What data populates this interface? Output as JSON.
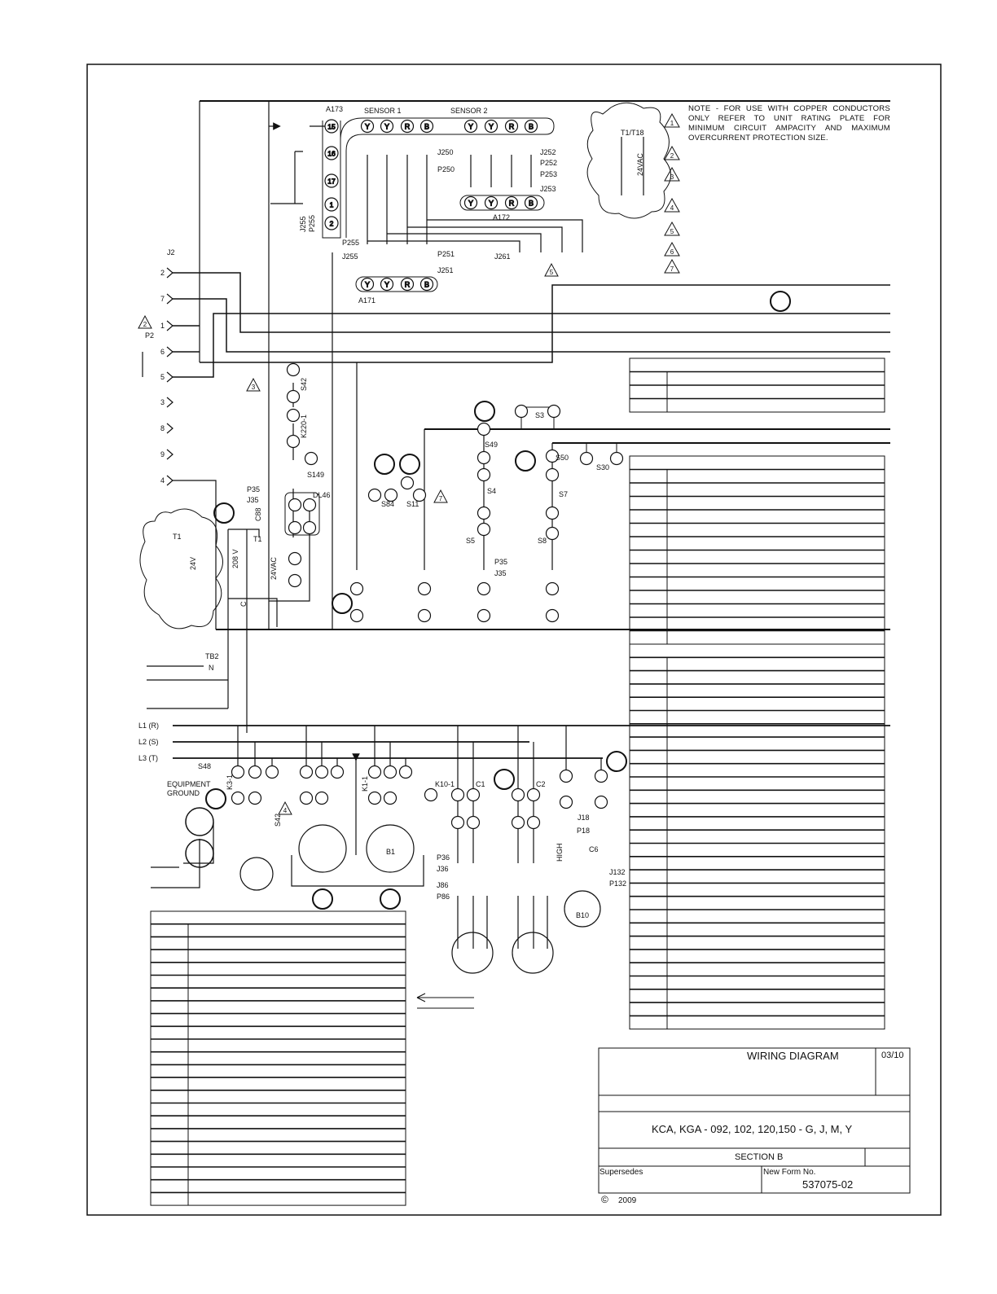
{
  "note": "NOTE -  FOR USE WITH COPPER CONDUCTORS ONLY REFER TO UNIT RATING PLATE FOR MINIMUM CIRCUIT AMPACITY AND MAXIMUM OVERCURRENT PROTECTION SIZE.",
  "note_markers": [
    "1",
    "2",
    "3",
    "4",
    "5",
    "6",
    "7"
  ],
  "title_block": {
    "title": "WIRING DIAGRAM",
    "date": "03/10",
    "models": "KCA, KGA - 092, 102, 120,150 - G, J, M, Y",
    "section": "SECTION B",
    "supersedes_label": "Supersedes",
    "new_form_label": "New Form No.",
    "form_number": "537075-02",
    "copyright_symbol": "©",
    "copyright_year": "2009"
  },
  "components": {
    "a173": "A173",
    "sensor1": "SENSOR 1",
    "sensor2": "SENSOR 2",
    "a172": "A172",
    "a171": "A171",
    "sensor_letters": [
      "Y",
      "Y",
      "R",
      "B"
    ],
    "a173_pins": [
      "15",
      "16",
      "17",
      "1",
      "2"
    ],
    "t1_t18": "T1/T18",
    "vac24": "24VAC",
    "j250": "J250",
    "p250": "P250",
    "j252": "J252",
    "p252": "P252",
    "p253": "P253",
    "j253": "J253",
    "j255": "J255",
    "p255": "P255",
    "p251": "P251",
    "j251": "J251",
    "j261": "J261",
    "j2": "J2",
    "p2": "P2",
    "j2_pins": [
      "2",
      "7",
      "1",
      "6",
      "5",
      "3",
      "8",
      "9",
      "4"
    ],
    "s42": "S42",
    "k220_1": "K220-1",
    "s149": "S149",
    "dl46": "DL46",
    "p35": "P35",
    "j35": "J35",
    "c88": "C88",
    "t1": "T1",
    "v208": "208 V",
    "v24": "24V",
    "c": "C",
    "s49": "S49",
    "s3": "S3",
    "s50": "S50",
    "s30": "S30",
    "s4": "S4",
    "s7": "S7",
    "s5": "S5",
    "s8": "S8",
    "s84": "S84",
    "s11": "S11",
    "tb2": "TB2",
    "n": "N",
    "l1": "L1  (R)",
    "l2": "L2  (S)",
    "l3": "L3  (T)",
    "s48": "S48",
    "equipment_ground": "EQUIPMENT",
    "ground": "GROUND",
    "k3_1": "K3-1",
    "k1_1": "K1-1",
    "k10_1": "K10-1",
    "c1": "C1",
    "c2": "C2",
    "b1": "B1",
    "b10": "B10",
    "c6": "C6",
    "high": "HIGH",
    "j18": "J18",
    "p18": "P18",
    "j132": "J132",
    "p132": "P132",
    "p36": "P36",
    "j36": "J36",
    "j86": "J86",
    "p86": "P86"
  },
  "legend_tables": {
    "left_bottom_rows": 22,
    "right_small_rows": 3,
    "right_mid_rows": 13,
    "right_large_rows": 28
  }
}
